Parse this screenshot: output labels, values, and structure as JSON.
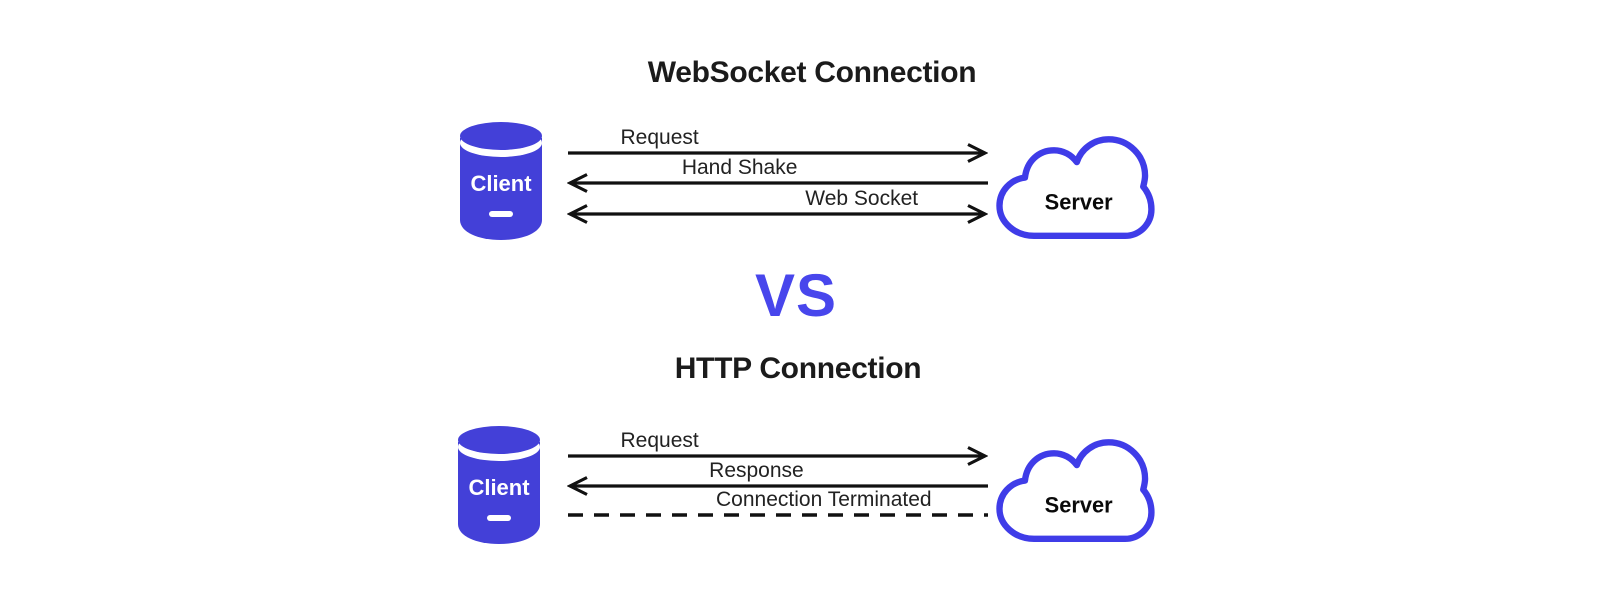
{
  "colors": {
    "client_fill": "#4340D8",
    "cloud_stroke": "#3F3CE8",
    "vs_text": "#4846EC",
    "heading_text": "#1B1B1B",
    "label_text": "#222222",
    "arrow": "#111111"
  },
  "vs_label": "VS",
  "websocket": {
    "title": "WebSocket Connection",
    "client_label": "Client",
    "server_label": "Server",
    "arrows": [
      {
        "label": "Request",
        "direction": "right",
        "style": "solid"
      },
      {
        "label": "Hand Shake",
        "direction": "left",
        "style": "solid"
      },
      {
        "label": "Web Socket",
        "direction": "both",
        "style": "solid"
      }
    ]
  },
  "http": {
    "title": "HTTP Connection",
    "client_label": "Client",
    "server_label": "Server",
    "arrows": [
      {
        "label": "Request",
        "direction": "right",
        "style": "solid"
      },
      {
        "label": "Response",
        "direction": "left",
        "style": "solid"
      },
      {
        "label": "Connection Terminated",
        "direction": "none",
        "style": "dashed"
      }
    ]
  }
}
